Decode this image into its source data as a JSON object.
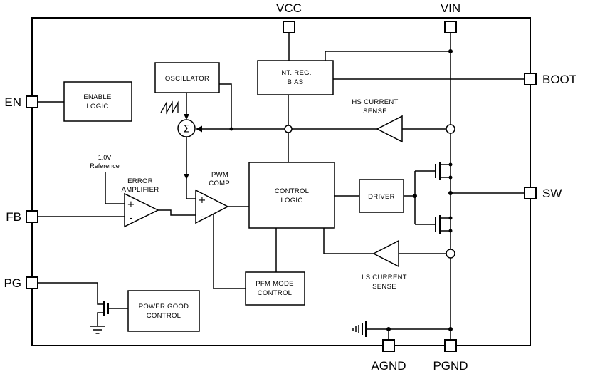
{
  "pins": {
    "vcc": "VCC",
    "vin": "VIN",
    "boot": "BOOT",
    "sw": "SW",
    "en": "EN",
    "fb": "FB",
    "pg": "PG",
    "agnd": "AGND",
    "pgnd": "PGND"
  },
  "blocks": {
    "enable_logic": {
      "line1": "ENABLE",
      "line2": "LOGIC"
    },
    "oscillator": {
      "line1": "OSCILLATOR"
    },
    "int_reg_bias": {
      "line1": "INT. REG.",
      "line2": "BIAS"
    },
    "control_logic": {
      "line1": "CONTROL",
      "line2": "LOGIC"
    },
    "driver": {
      "line1": "DRIVER"
    },
    "pfm_mode_control": {
      "line1": "PFM MODE",
      "line2": "CONTROL"
    },
    "power_good_control": {
      "line1": "POWER GOOD",
      "line2": "CONTROL"
    }
  },
  "amplifiers": {
    "error_amplifier": {
      "line1": "ERROR",
      "line2": "AMPLIFIER"
    },
    "pwm_comparator": {
      "line1": "PWM",
      "line2": "COMP."
    },
    "hs_current_sense": {
      "line1": "HS CURRENT",
      "line2": "SENSE"
    },
    "ls_current_sense": {
      "line1": "LS CURRENT",
      "line2": "SENSE"
    }
  },
  "annotations": {
    "reference": {
      "line1": "1.0V",
      "line2": "Reference"
    },
    "summing_node": "Σ",
    "plus": "+",
    "minus": "-"
  },
  "colors": {
    "line": "#000000",
    "background": "#ffffff",
    "text": "#000000"
  }
}
